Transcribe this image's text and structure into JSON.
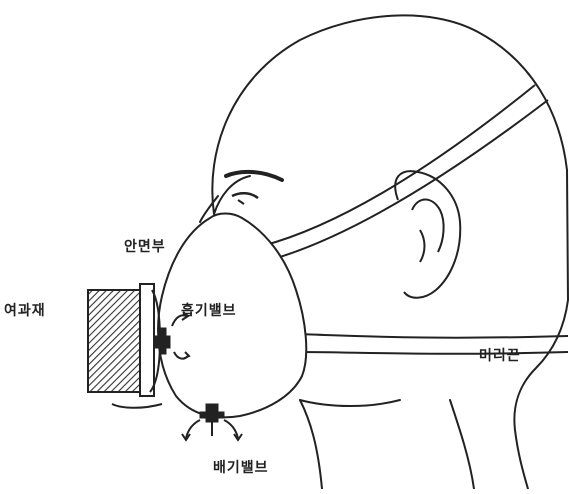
{
  "labels": {
    "facepiece": "안면부",
    "filter": "여과재",
    "inhalation_valve": "흡기밸브",
    "head_strap": "머리끈",
    "exhalation_valve": "배기밸브"
  },
  "colors": {
    "line": "#222222",
    "background": "#ffffff",
    "filter_hatch": "#333333"
  }
}
